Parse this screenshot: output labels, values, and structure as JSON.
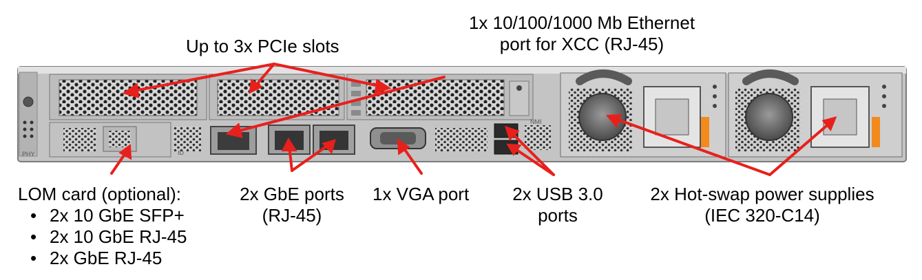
{
  "labels": {
    "pcie": "Up to 3x PCIe slots",
    "xcc_line1": "1x 10/100/1000 Mb Ethernet",
    "xcc_line2": "port for XCC (RJ-45)",
    "lom_title": "LOM card (optional):",
    "lom_items": [
      "2x 10 GbE SFP+",
      "2x 10 GbE RJ-45",
      "2x GbE RJ-45"
    ],
    "gbe_line1": "2x GbE ports",
    "gbe_line2": "(RJ-45)",
    "vga": "1x VGA port",
    "usb_line1": "2x USB 3.0",
    "usb_line2": "ports",
    "psu_line1": "2x Hot-swap power supplies",
    "psu_line2": "(IEC 320-C14)"
  },
  "chassis_marks": {
    "phy": "PHY",
    "id": "ID",
    "nmi": "NMI"
  },
  "colors": {
    "arrow": "#e8201c",
    "chassis": "#c9c9c9",
    "psu_handle": "#5a5a5a",
    "latch": "#f28a1c"
  }
}
